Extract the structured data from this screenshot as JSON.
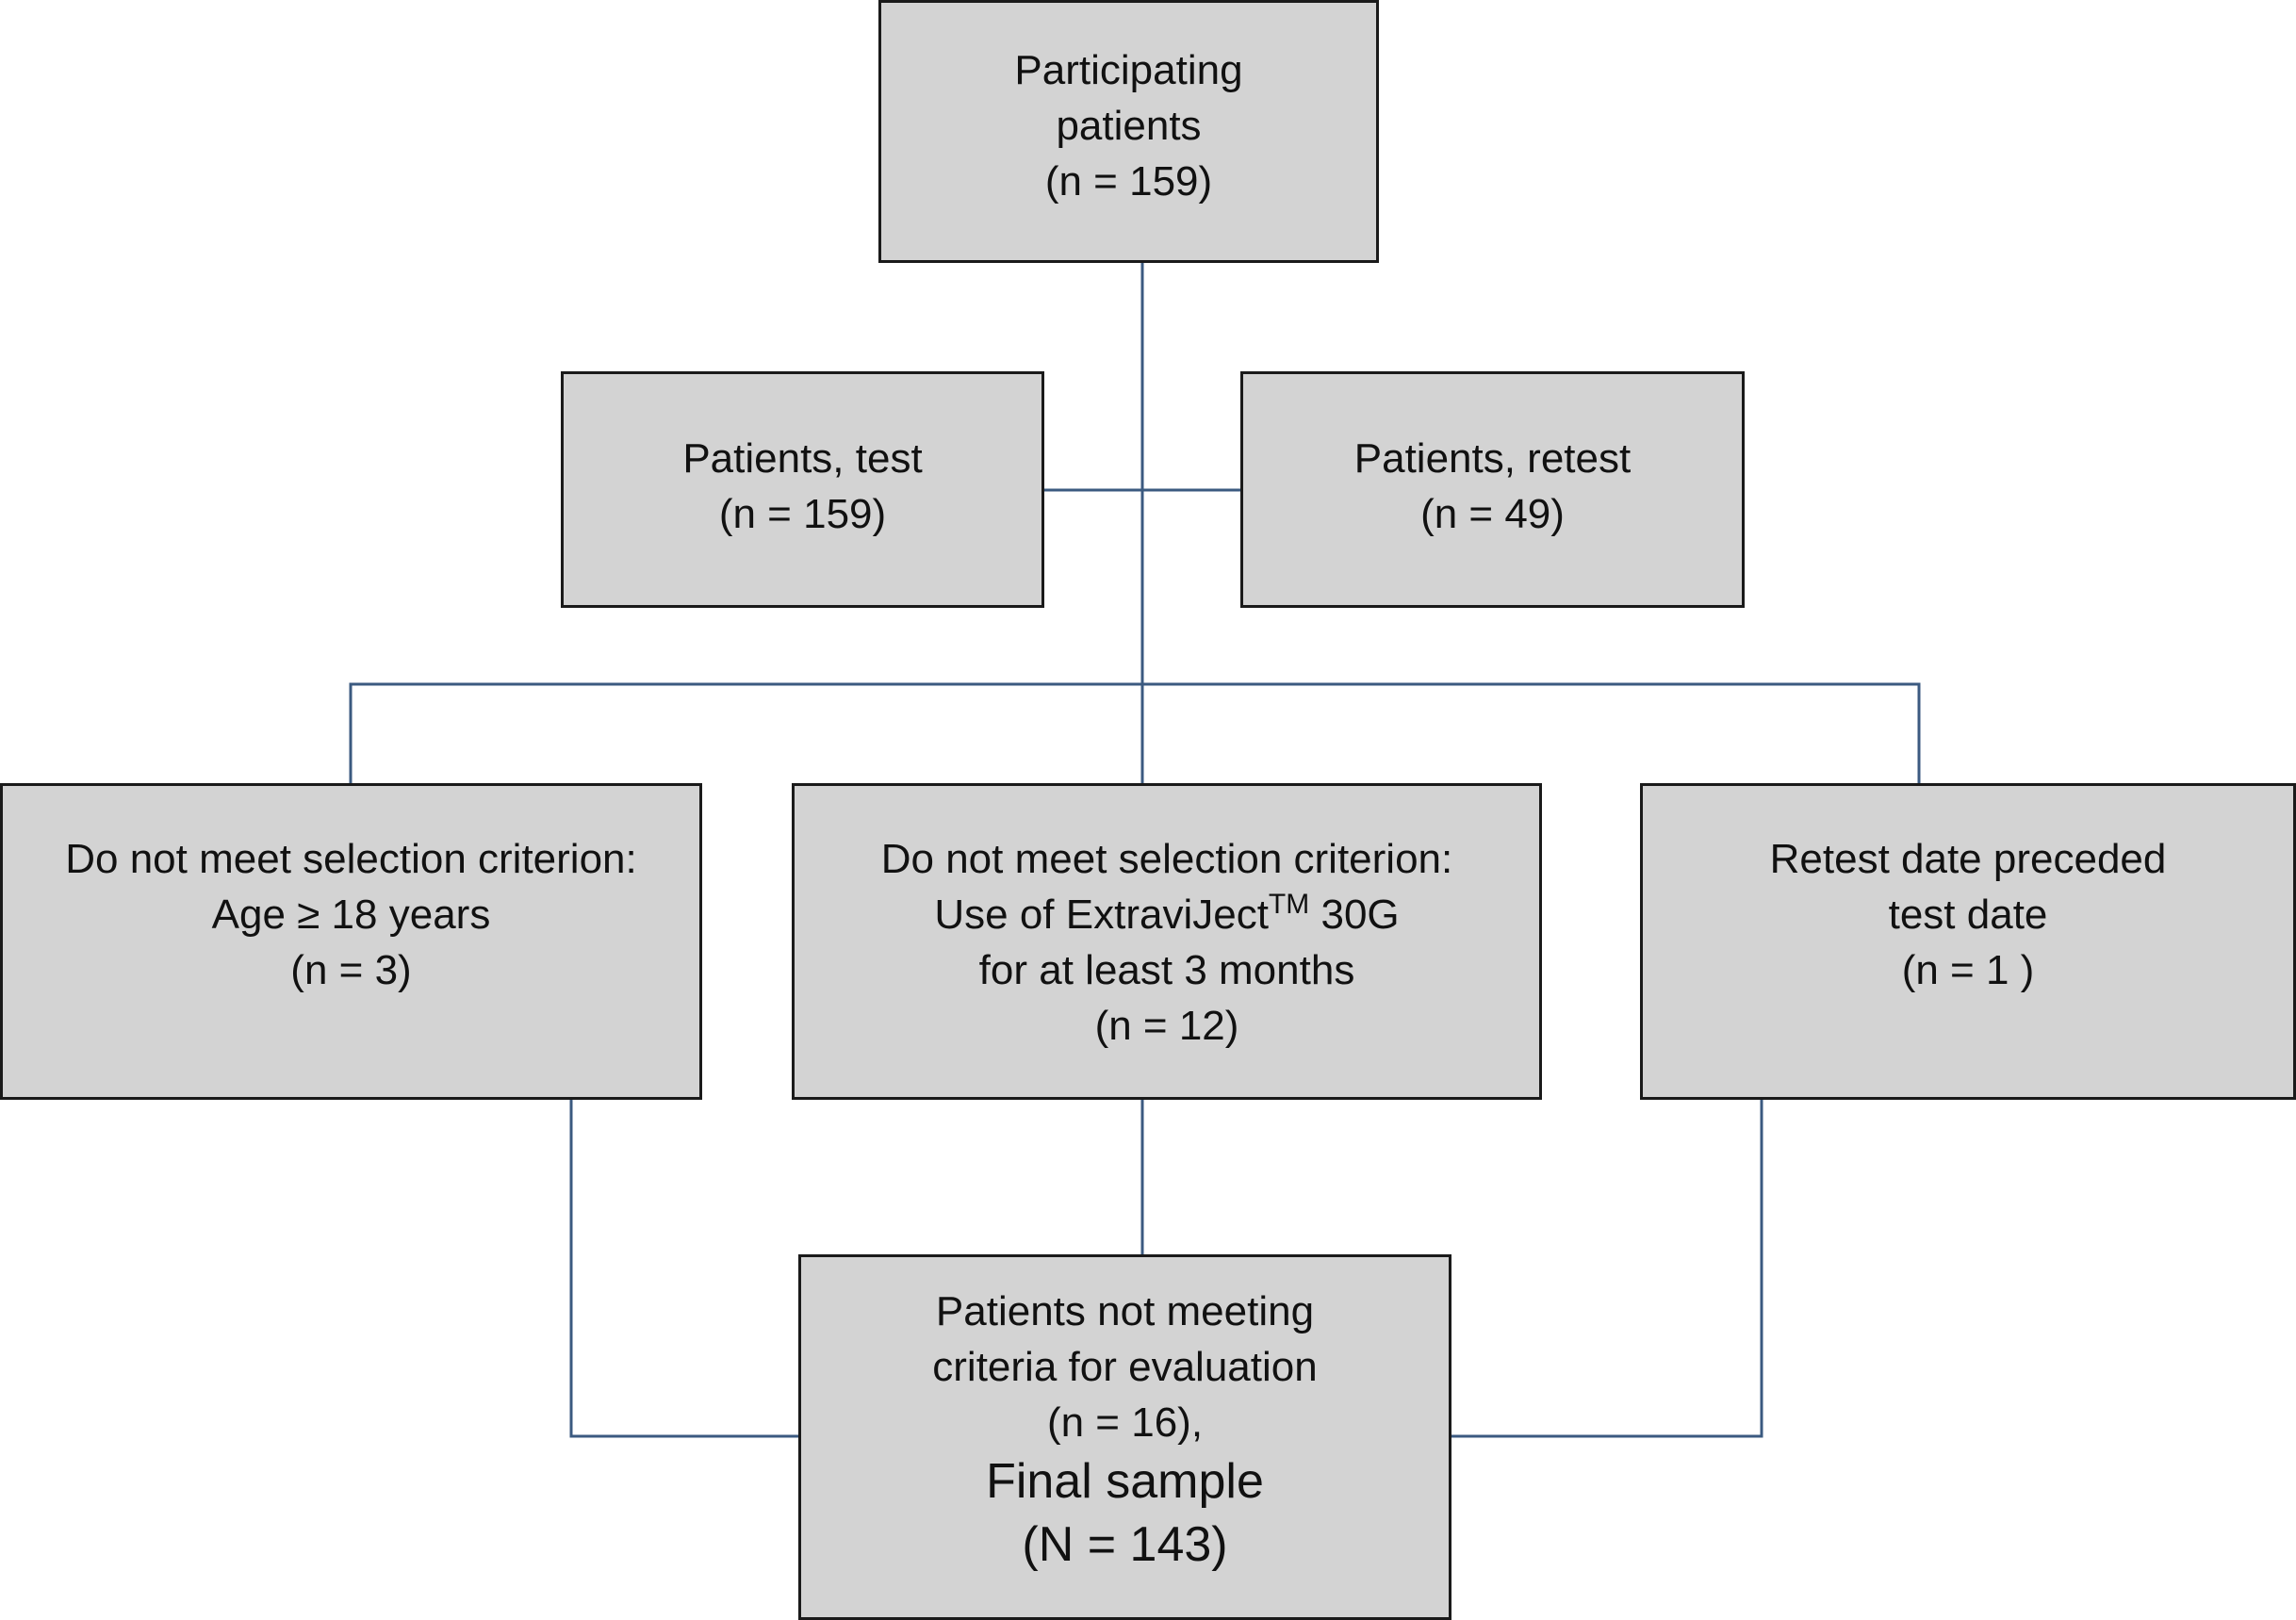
{
  "flowchart": {
    "participating": {
      "lines": [
        "Participating",
        "patients",
        "(n = 159)"
      ]
    },
    "test": {
      "lines": [
        "Patients, test",
        "(n = 159)"
      ]
    },
    "retest": {
      "lines": [
        "Patients, retest",
        "(n = 49)"
      ]
    },
    "age_criterion": {
      "lines": [
        "Do not meet selection criterion:",
        "Age ≥ 18 years",
        "(n = 3)"
      ]
    },
    "extraviject_criterion": {
      "line1": "Do not meet selection criterion:",
      "line2_prefix": "Use of ExtraviJect",
      "line2_sup": "TM",
      "line2_suffix": " 30G",
      "line3": "for at least 3 months",
      "line4": "(n = 12)"
    },
    "retest_date": {
      "lines": [
        "Retest date preceded",
        "test date",
        "(n = 1 )"
      ]
    },
    "final": {
      "lines": [
        "Patients not meeting",
        "criteria for evaluation",
        "(n = 16),"
      ],
      "big_lines": [
        "Final sample",
        "(N = 143)"
      ]
    }
  },
  "colors": {
    "box_fill": "#d3d3d3",
    "box_border": "#1a1a1a",
    "connector": "#3b5a80"
  }
}
